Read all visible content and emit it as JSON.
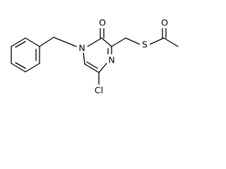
{
  "molecule": {
    "atom_labels": {
      "ring_nitrogen": "N",
      "ring_nitrogen_imine": "N",
      "carbonyl_oxygen": "O",
      "chlorine": "Cl",
      "sulfur": "S",
      "thioester_oxygen": "O"
    }
  },
  "colors": {
    "bond": "#000000",
    "background": "#ffffff"
  }
}
